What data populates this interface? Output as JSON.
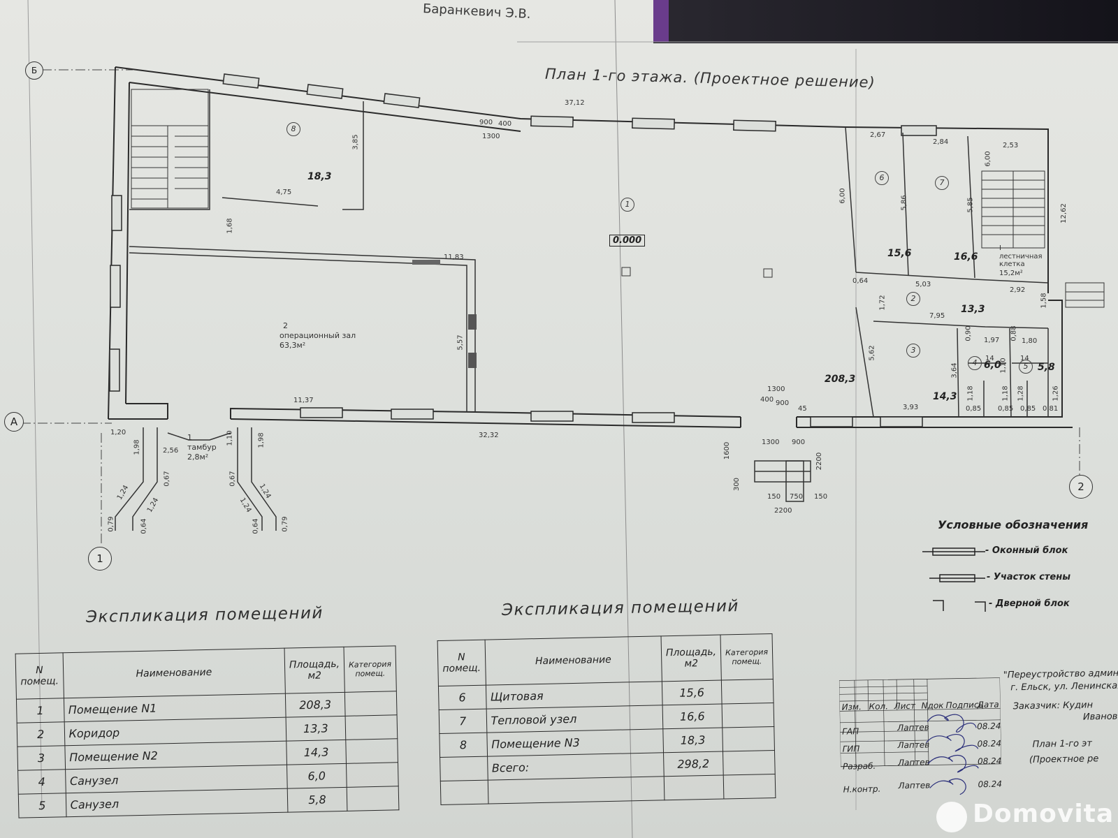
{
  "top_name": "Баранкевич Э.В.",
  "plan_title": "План 1-го этажа. (Проектное решение)",
  "level_mark": "0.000",
  "rooms": [
    {
      "num": "1",
      "area": "208,3"
    },
    {
      "num": "2",
      "area": "13,3"
    },
    {
      "num": "3",
      "area": "14,3"
    },
    {
      "num": "4",
      "area": "6,0"
    },
    {
      "num": "5",
      "area": "5,8"
    },
    {
      "num": "6",
      "area": "15,6"
    },
    {
      "num": "7",
      "area": "16,6"
    },
    {
      "num": "8",
      "area": "18,3"
    }
  ],
  "room_labels": {
    "hall_num": "2",
    "hall": "операционный зал",
    "hall_area": "63,3м²",
    "vestibule_num": "1",
    "vestibule": "тамбур",
    "vestibule_area": "2,8м²",
    "stair_num": "I",
    "stair": "лестничная клетка",
    "stair_area": "15,2м²"
  },
  "dimensions": {
    "d3712": "37,12",
    "d900a": "900",
    "d400a": "400",
    "d1300a": "1300",
    "d385": "3,85",
    "d475": "4,75",
    "d168": "1,68",
    "d1183": "11,83",
    "d557": "5,57",
    "d1137": "11,37",
    "d3232": "32,32",
    "d120": "1,20",
    "d198": "1,98",
    "d256": "2,56",
    "d110": "1,10",
    "d198b": "1,98",
    "d067": "0,67",
    "d067b": "0,67",
    "d124": "1,24",
    "d124b": "1,24",
    "d124c": "1,24",
    "d124d": "1,24",
    "d079": "0,79",
    "d079b": "0,79",
    "d064": "0,64",
    "d064b": "0,64",
    "d1300b": "1300",
    "d400b": "400",
    "d900b": "900",
    "d45": "45",
    "d1300c": "1300",
    "d900c": "900",
    "d1600": "1600",
    "d300": "300",
    "d2200": "2200",
    "d150": "150",
    "d750": "750",
    "d150b": "150",
    "d2200b": "2200",
    "d267": "2,67",
    "d284": "2,84",
    "d253": "2,53",
    "d600": "6,00",
    "d600b": "6,00",
    "d586": "5,86",
    "d585": "5,85",
    "d1262": "12,62",
    "d064c": "0,64",
    "d503": "5,03",
    "d292": "2,92",
    "d172": "1,72",
    "d158": "1,58",
    "d795": "7,95",
    "d090": "0,90",
    "d088": "0,88",
    "d197": "1,97",
    "d180": "1,80",
    "d562": "5,62",
    "d364": "3,64",
    "d110b": "1,10",
    "d14": "14",
    "d14b": "14",
    "d118": "1,18",
    "d118b": "1,18",
    "d128": "1,28",
    "d126": "1,26",
    "d393": "3,93",
    "d085": "0,85",
    "d085b": "0,85",
    "d085c": "0,85",
    "d081": "0,81"
  },
  "axes": {
    "a1": "1",
    "a2": "2",
    "aA": "А",
    "aB": "Б"
  },
  "explication_title": "Экспликация помещений",
  "table_headers": {
    "num": "N помещ.",
    "name": "Наименование",
    "area": "Площадь, м2",
    "cat": "Категория помещ."
  },
  "table1": [
    {
      "n": "1",
      "name": "Помещение N1",
      "area": "208,3"
    },
    {
      "n": "2",
      "name": "Коридор",
      "area": "13,3"
    },
    {
      "n": "3",
      "name": "Помещение N2",
      "area": "14,3"
    },
    {
      "n": "4",
      "name": "Санузел",
      "area": "6,0"
    },
    {
      "n": "5",
      "name": "Санузел",
      "area": "5,8"
    }
  ],
  "table2": [
    {
      "n": "6",
      "name": "Щитовая",
      "area": "15,6"
    },
    {
      "n": "7",
      "name": "Тепловой узел",
      "area": "16,6"
    },
    {
      "n": "8",
      "name": "Помещение N3",
      "area": "18,3"
    },
    {
      "n": "",
      "name": "Всего:",
      "area": "298,2"
    }
  ],
  "legend": {
    "title": "Условные обозначения",
    "window": "- Оконный блок",
    "wall": "- Участок стены",
    "door": "- Дверной блок"
  },
  "stamp": {
    "cols": [
      "Изм.",
      "Кол.",
      "Лист",
      "Nдок",
      "Подпись",
      "Дата"
    ],
    "rows": [
      {
        "role": "ГАП",
        "name": "Лаптев",
        "date": "08.24"
      },
      {
        "role": "ГИП",
        "name": "Лаптев",
        "date": "08.24"
      },
      {
        "role": "Разраб.",
        "name": "Лаптев",
        "date": "08.24"
      },
      {
        "role": "Н.контр.",
        "name": "Лаптев",
        "date": "08.24"
      }
    ],
    "project_line1": "\"Переустройство админис",
    "project_line2": "г. Ельск, ул. Ленинская,",
    "customer_line1": "Заказчик: Кудин",
    "customer_line2": "Иванов",
    "sheet_title1": "План 1-го эт",
    "sheet_title2": "(Проектное ре"
  },
  "watermark": "Domovita"
}
